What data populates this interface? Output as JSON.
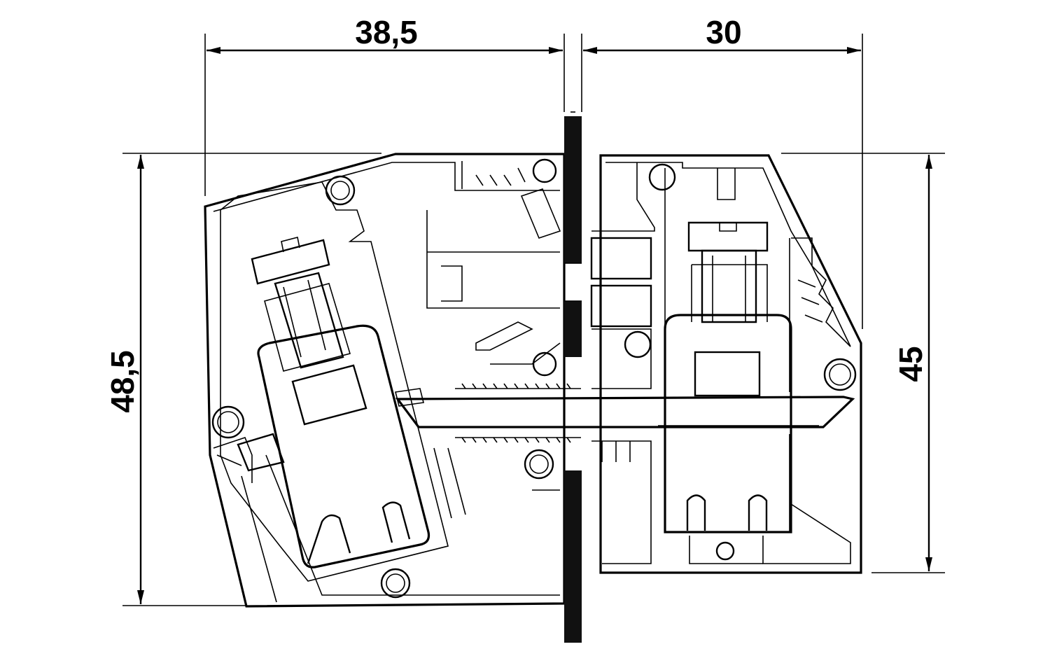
{
  "dimensions": {
    "width_left": "38,5",
    "width_right": "30",
    "height_left": "48,5",
    "height_right": "45"
  },
  "colors": {
    "line": "#000000",
    "part_fill": "#d6d6d6",
    "background": "#ffffff",
    "panel": "#111111"
  }
}
